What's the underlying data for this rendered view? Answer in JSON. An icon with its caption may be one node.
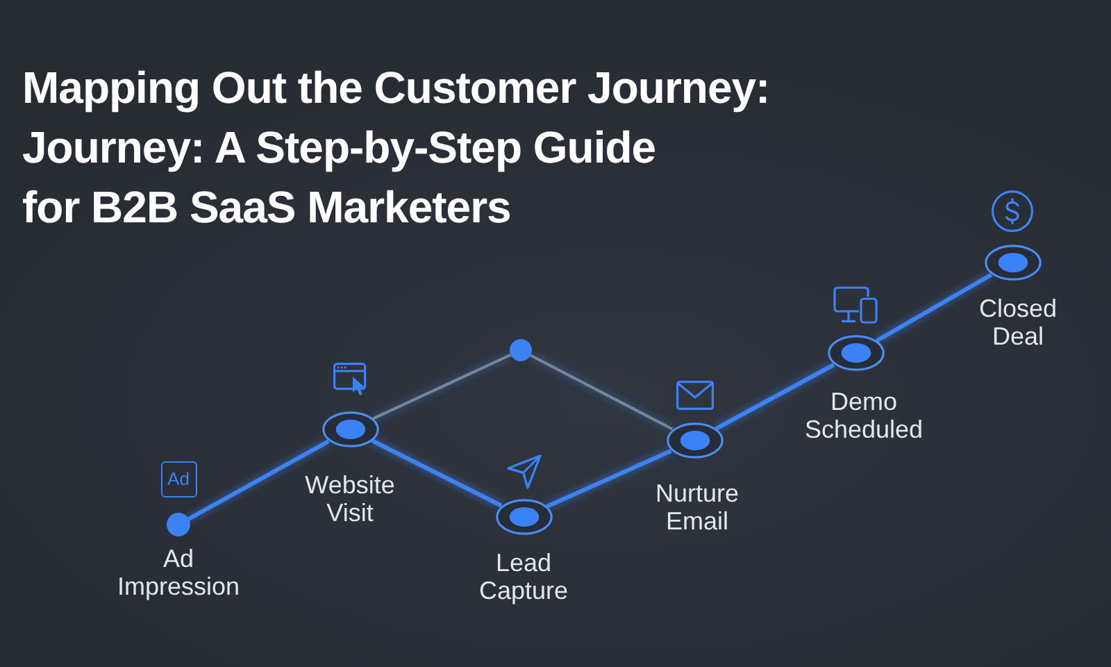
{
  "diagram": {
    "title": "Mapping Out the Customer Journey: Journey: A Step-by-Step Guide for B2B SaaS Marketers",
    "nodes": [
      {
        "text": [
          "Ad Impression"
        ]
      },
      {
        "text": [
          "Website Visit"
        ]
      },
      {
        "text": [],
        "shape": "circle"
      },
      {
        "text": [
          "Lead Capture"
        ]
      },
      {
        "text": [
          "Nurture Email"
        ]
      },
      {
        "text": [
          "Demo Scheduled"
        ]
      },
      {
        "text": [
          "Closed Deal"
        ]
      }
    ],
    "edges": [
      {
        "from": 0,
        "to": 1,
        "arrow": "none"
      },
      {
        "from": 1,
        "to": 3,
        "arrow": "none"
      },
      {
        "from": 3,
        "to": 4,
        "arrow": "none"
      },
      {
        "from": 4,
        "to": 5,
        "arrow": "none"
      },
      {
        "from": 5,
        "to": 6,
        "arrow": "none"
      },
      {
        "from": 1,
        "to": 2,
        "arrow": "none",
        "color": "#7d8592"
      },
      {
        "from": 2,
        "to": 4,
        "arrow": "none",
        "color": "#7d8592"
      }
    ],
    "labels": [
      "Ad"
    ]
  }
}
